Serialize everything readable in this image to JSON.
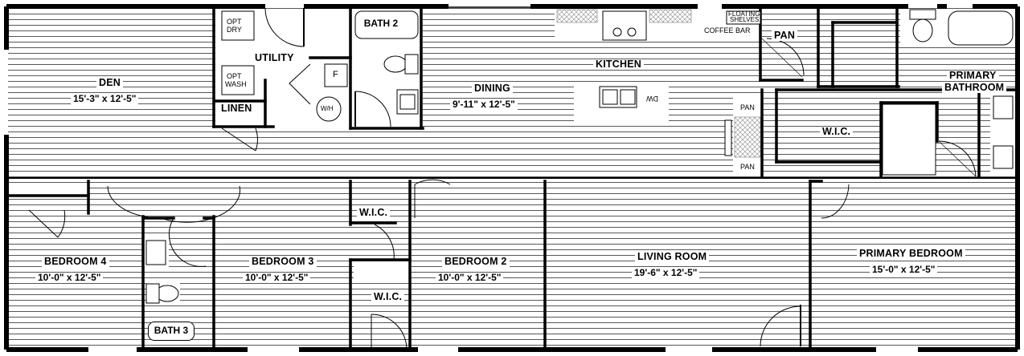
{
  "rooms": {
    "den": {
      "name": "DEN",
      "dims": "15'-3\" x  12'-5\""
    },
    "utility": {
      "name": "UTILITY"
    },
    "linen": {
      "name": "LINEN"
    },
    "bath2": {
      "name": "BATH 2"
    },
    "dining": {
      "name": "DINING",
      "dims": "9'-11\" x  12'-5\""
    },
    "kitchen": {
      "name": "KITCHEN"
    },
    "pan_top": {
      "name": "PAN"
    },
    "primary_bathroom": {
      "line1": "PRIMARY",
      "line2": "BATHROOM"
    },
    "wic_primary": {
      "name": "W.I.C."
    },
    "bedroom4": {
      "name": "BEDROOM 4",
      "dims": "10'-0\" x  12'-5\""
    },
    "bath3": {
      "name": "BATH 3"
    },
    "bedroom3": {
      "name": "BEDROOM 3",
      "dims": "10'-0\" x  12'-5\""
    },
    "wic_upper": {
      "name": "W.I.C."
    },
    "wic_lower": {
      "name": "W.I.C."
    },
    "bedroom2": {
      "name": "BEDROOM 2",
      "dims": "10'-0\" x  12'-5\""
    },
    "living": {
      "name": "LIVING ROOM",
      "dims": "19'-6\" x  12'-5\""
    },
    "primary_bedroom": {
      "name": "PRIMARY BEDROOM",
      "dims": "15'-0\" x  12'-5\""
    }
  },
  "fixtures": {
    "opt_dry": {
      "line1": "OPT",
      "line2": "DRY"
    },
    "opt_wash": {
      "line1": "OPT",
      "line2": "WASH"
    },
    "furnace": "F",
    "water_heater": "W/H",
    "coffee_bar": "COFFEE BAR",
    "floating_shelves": {
      "line1": "FLOATING",
      "line2": "SHELVES"
    },
    "dishwasher": "DW",
    "pan_upper": "PAN",
    "pan_lower": "PAN"
  }
}
